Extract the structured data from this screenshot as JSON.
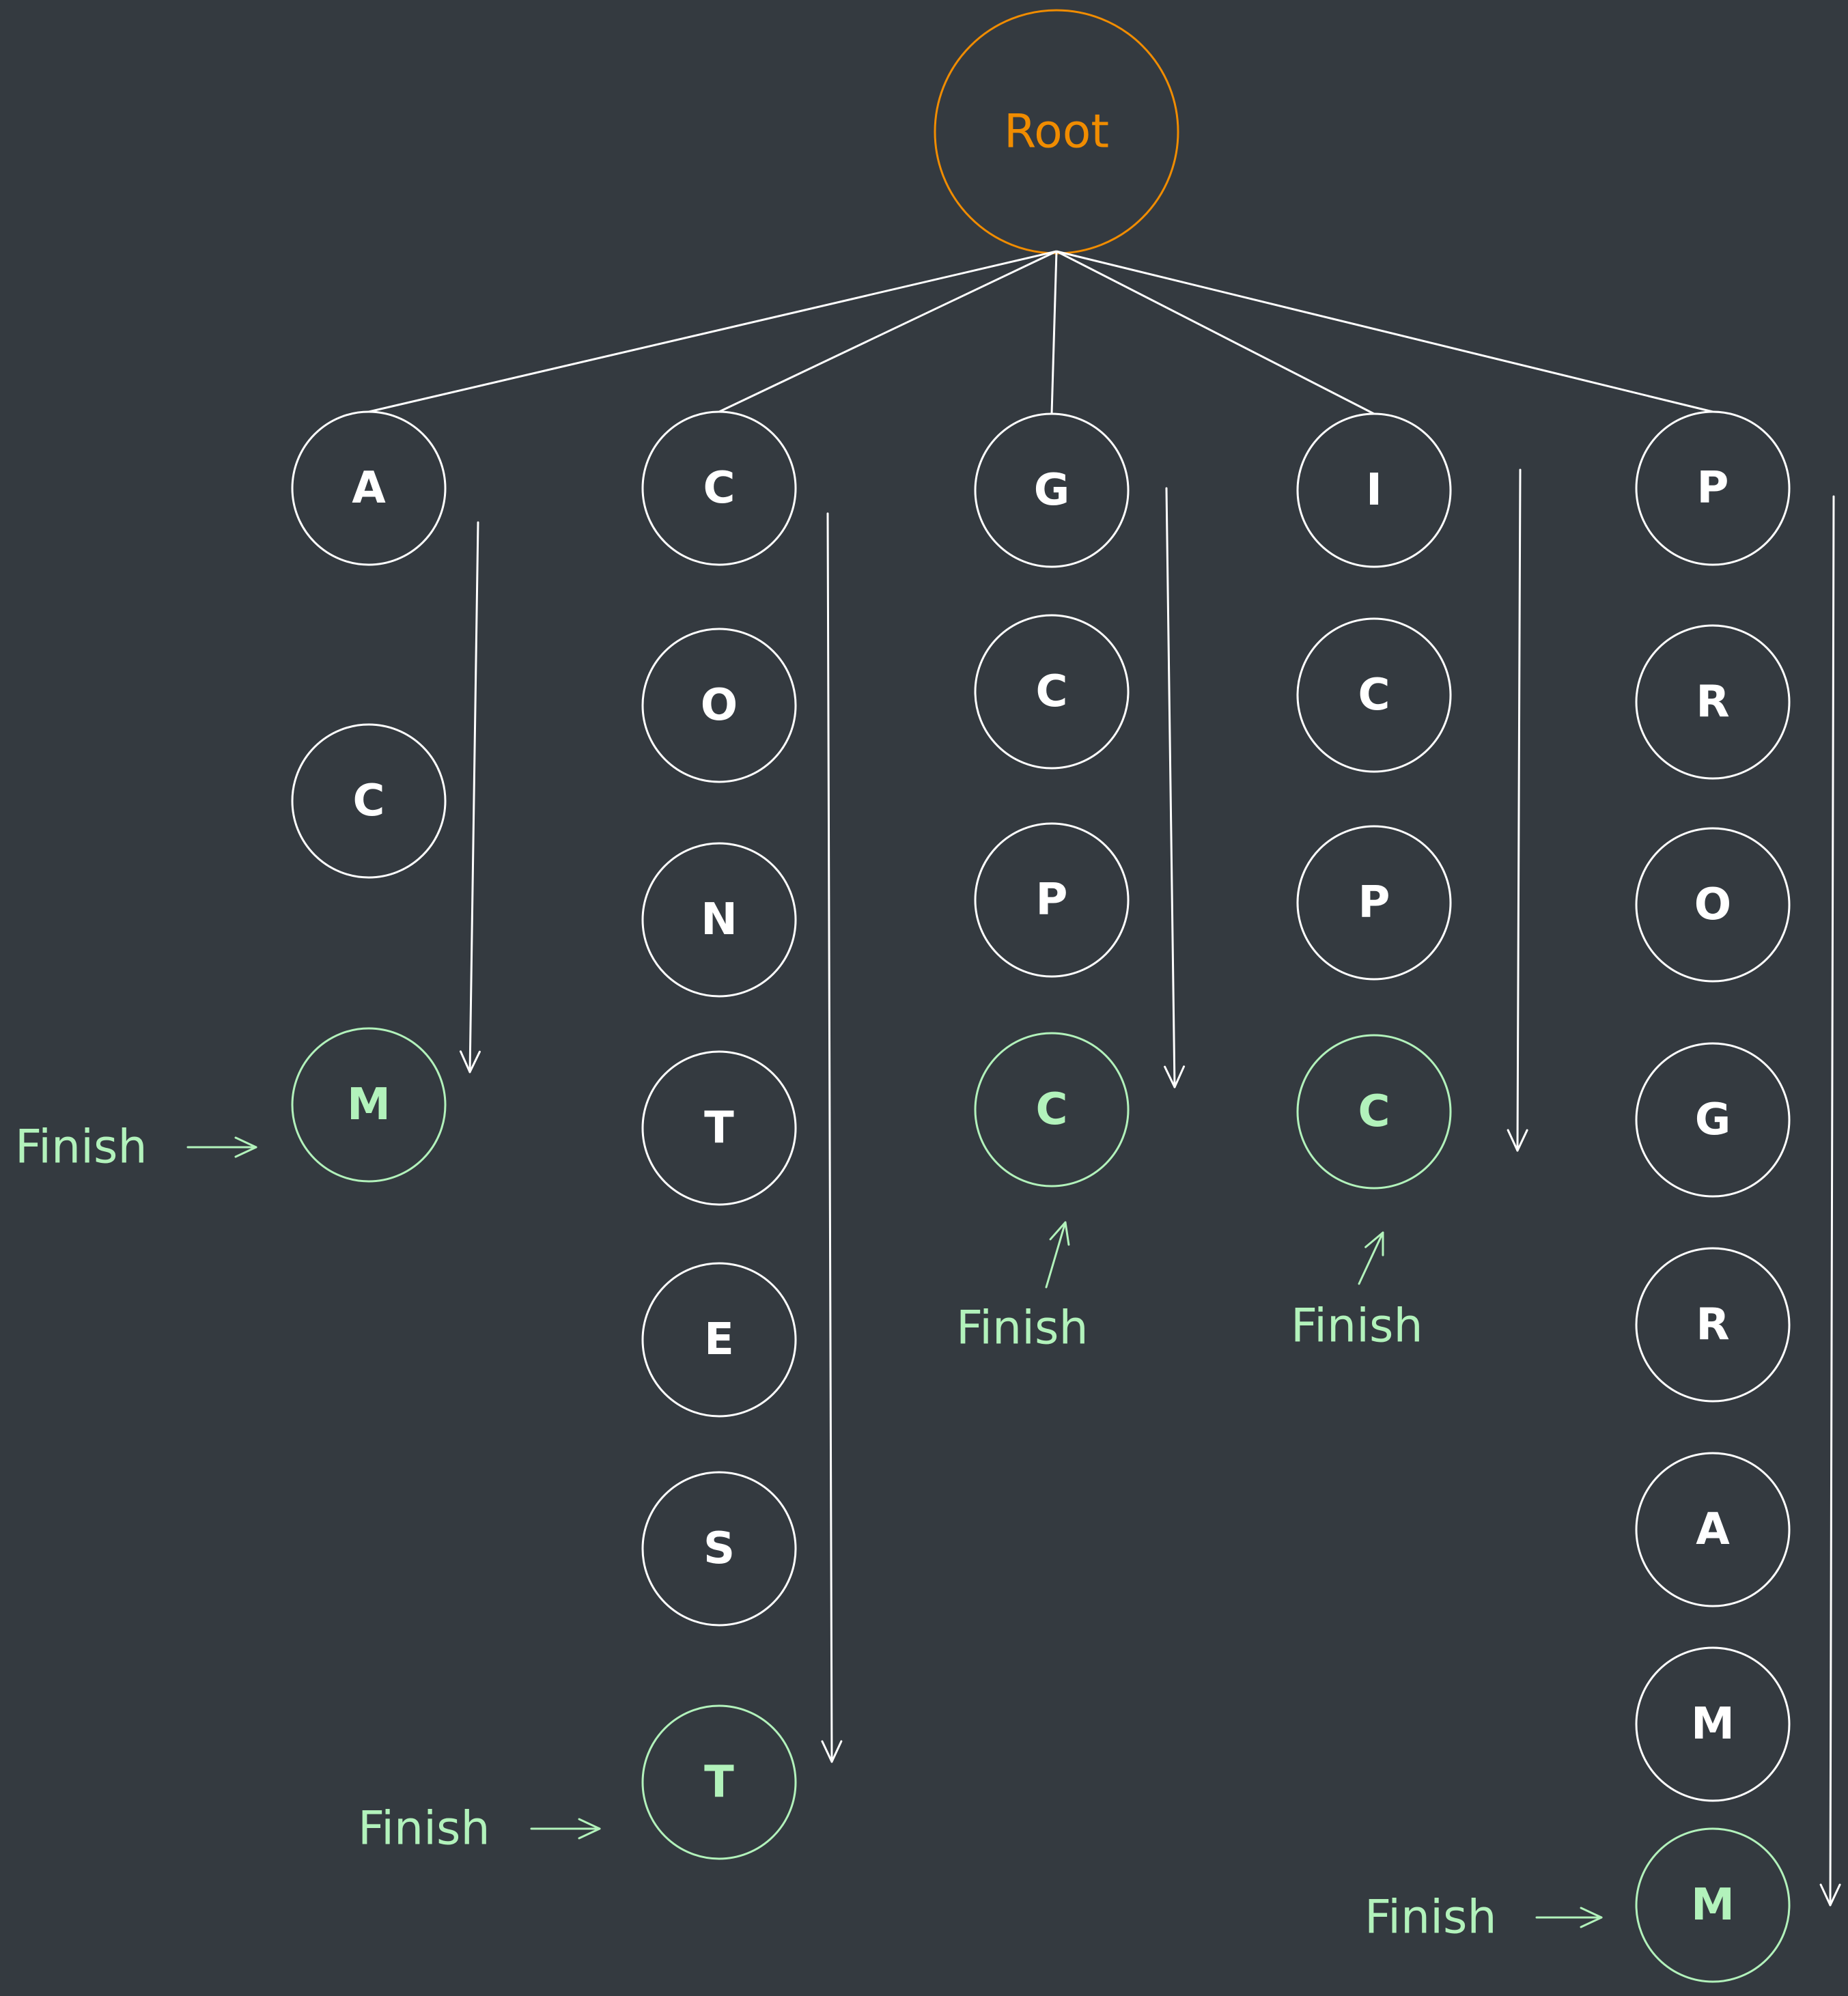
{
  "colors": {
    "background": "#343a40",
    "node": "#ffffff",
    "root": "#f08c00",
    "finish": "#b2f2bb"
  },
  "root": {
    "label": "Root"
  },
  "finish_label": "Finish",
  "branches": [
    {
      "letters": [
        "A",
        "C",
        "M"
      ]
    },
    {
      "letters": [
        "C",
        "O",
        "N",
        "T",
        "E",
        "S",
        "T"
      ]
    },
    {
      "letters": [
        "G",
        "C",
        "P",
        "C"
      ]
    },
    {
      "letters": [
        "I",
        "C",
        "P",
        "C"
      ]
    },
    {
      "letters": [
        "P",
        "R",
        "O",
        "G",
        "R",
        "A",
        "M",
        "M"
      ]
    }
  ]
}
